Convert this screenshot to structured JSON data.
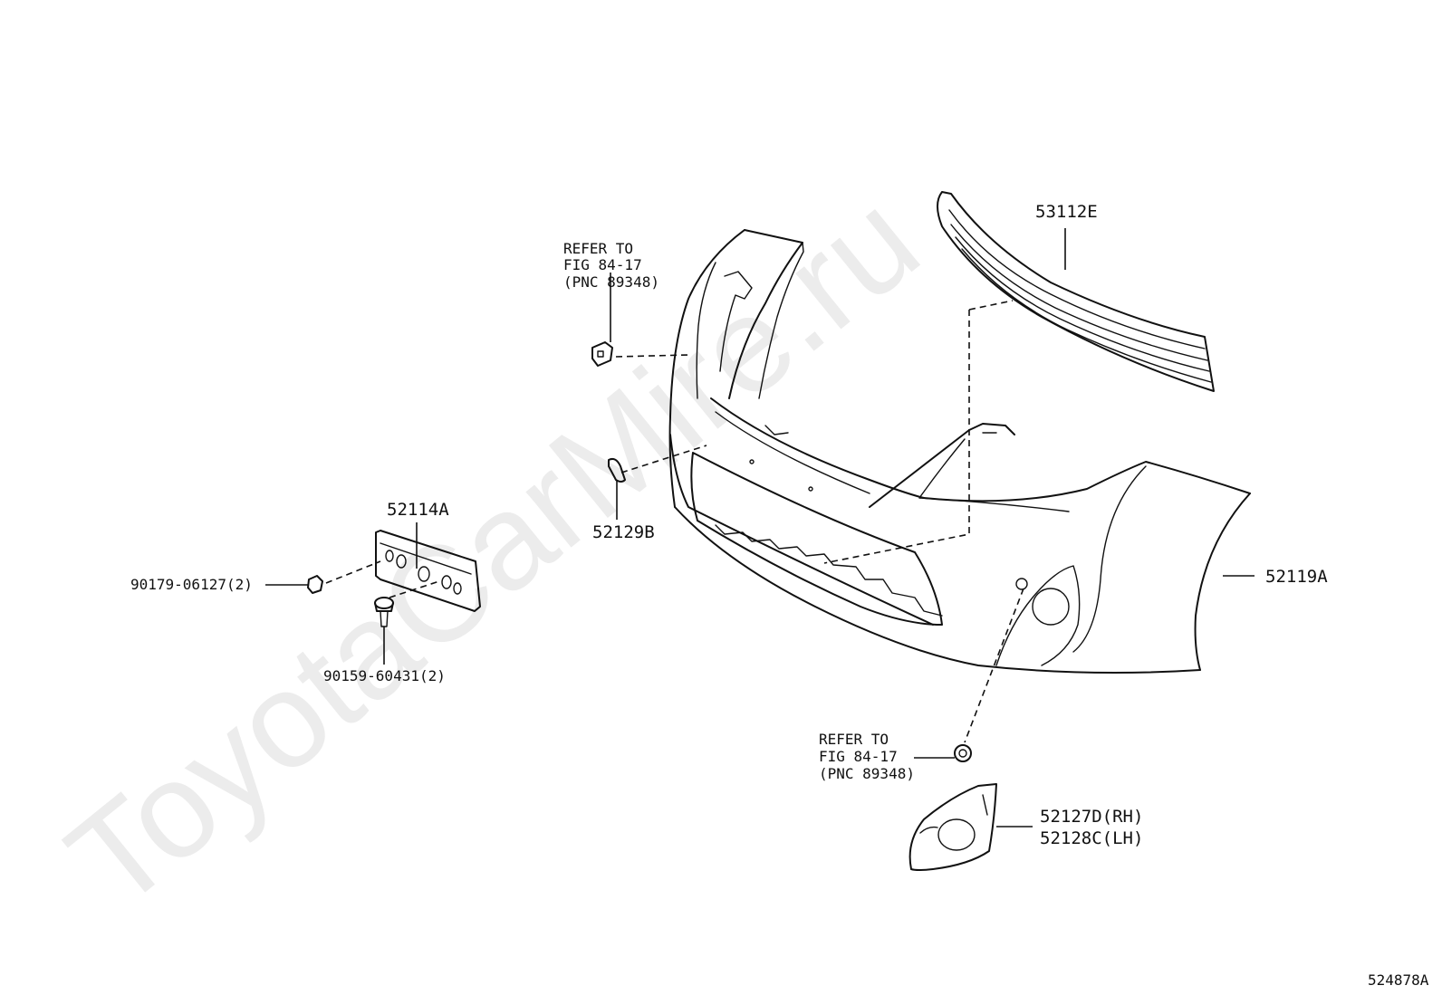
{
  "watermark": "ToyotaCarMire.ru",
  "figure_id": "524878A",
  "callouts": {
    "grille": "53112E",
    "bumper_cover": "52119A",
    "hook_cover": "52129B",
    "license_bracket": "52114A",
    "clip_90179": "90179-06127(2)",
    "screw_90159": "90159-60431(2)",
    "fog_cover_rh": "52127D(RH)",
    "fog_cover_lh": "52128C(LH)"
  },
  "refer_upper": {
    "line1": "REFER TO",
    "line2": "FIG 84-17",
    "line3": "(PNC 89348)"
  },
  "refer_lower": {
    "line1": "REFER TO",
    "line2": "FIG 84-17",
    "line3": "(PNC 89348)"
  }
}
